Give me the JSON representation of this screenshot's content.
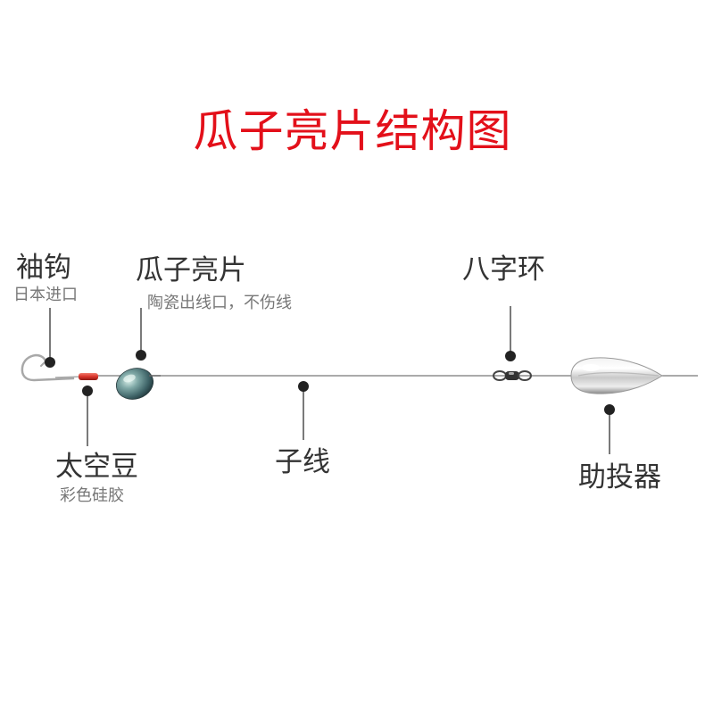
{
  "title": "瓜子亮片结构图",
  "parts": {
    "hook": {
      "name": "袖钩",
      "note": "日本进口"
    },
    "spoon": {
      "name": "瓜子亮片",
      "note": "陶瓷出线口，不伤线"
    },
    "swivel": {
      "name": "八字环"
    },
    "bead": {
      "name": "太空豆",
      "note": "彩色硅胶"
    },
    "line": {
      "name": "子线"
    },
    "float": {
      "name": "助投器"
    }
  },
  "colors": {
    "title": "#e3101a",
    "bead": "#d9342b"
  }
}
